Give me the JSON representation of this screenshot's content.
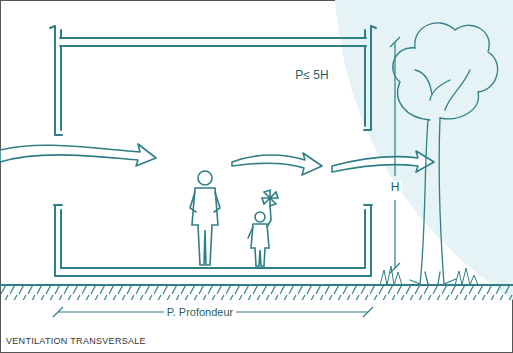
{
  "diagram": {
    "caption": "VENTILATION TRANSVERSALE",
    "labels": [
      "P≤ 5H",
      "H",
      "P. Profondeur"
    ]
  }
}
